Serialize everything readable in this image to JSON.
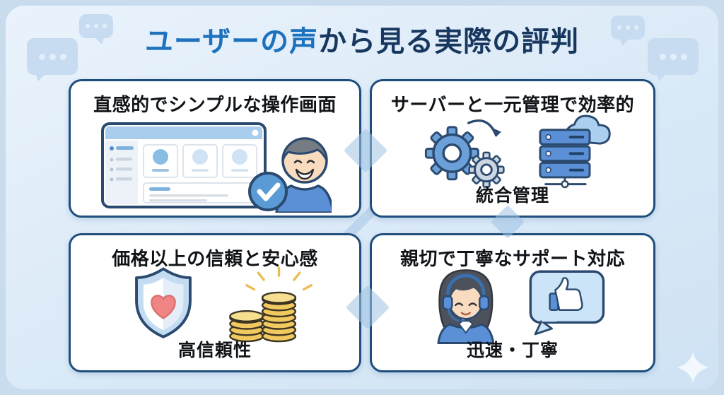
{
  "title": {
    "highlight": "ユーザーの声",
    "rest": "から見る実際の評判"
  },
  "cards": [
    {
      "id": "intuitive-ui",
      "heading": "直感的でシンプルな操作画面",
      "label": "",
      "icons": [
        "dashboard-screen-icon",
        "happy-user-icon",
        "check-badge-icon"
      ]
    },
    {
      "id": "server-management",
      "heading": "サーバーと一元管理で効率的",
      "label": "統合管理",
      "icons": [
        "gears-icon",
        "sync-arrow-icon",
        "server-rack-icon",
        "cloud-icon"
      ]
    },
    {
      "id": "trust-value",
      "heading": "価格以上の信頼と安心感",
      "label": "高信頼性",
      "icons": [
        "shield-heart-icon",
        "coin-stacks-icon"
      ]
    },
    {
      "id": "support",
      "heading": "親切で丁寧なサポート対応",
      "label": "迅速・丁寧",
      "icons": [
        "support-agent-icon",
        "thumbs-up-bubble-icon"
      ]
    }
  ],
  "decorations": {
    "chat_bubble_icon": "chat-bubble-icon",
    "sparkle_icon": "sparkle-icon",
    "flow_connectors": [
      "right-arrow-diamond",
      "down-arrow-diamond",
      "left-arrow-diamond",
      "diagonal-stripe"
    ]
  },
  "colors": {
    "title_highlight": "#1d72bd",
    "title_main": "#17375e",
    "card_border": "#1f4e7d",
    "outline_navy": "#2b4a6f",
    "mid_blue": "#5b8fd6",
    "light_blue": "#abd0ef",
    "background": "#ddebf8",
    "coin_gold": "#f1c95f",
    "heart_red": "#ef8282"
  }
}
